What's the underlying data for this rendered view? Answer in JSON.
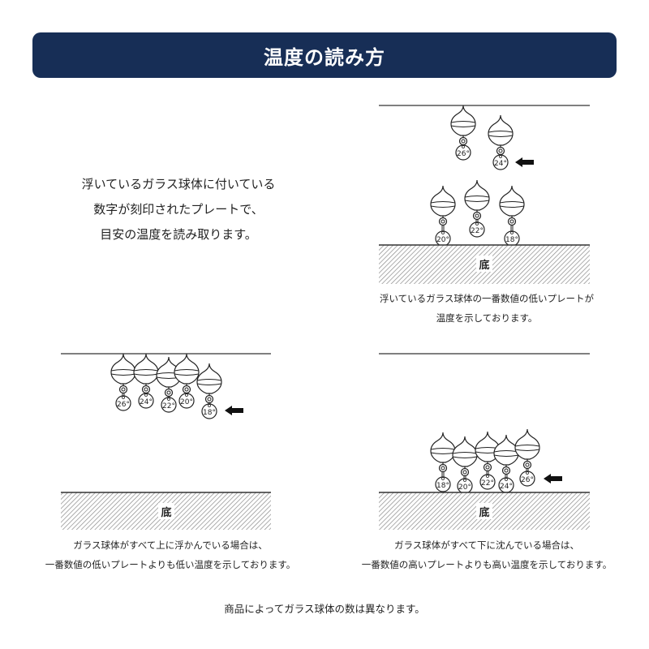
{
  "header": {
    "title": "温度の読み方",
    "background_color": "#172e56",
    "text_color": "#ffffff"
  },
  "intro": {
    "lines": [
      "浮いているガラス球体に付いている",
      "数字が刻印されたプレートで、",
      "目安の温度を読み取ります。"
    ]
  },
  "panels": [
    {
      "id": "mixed",
      "floor_label": "底",
      "floating_balls": [
        {
          "plate": "26°",
          "indicated": false
        },
        {
          "plate": "24°",
          "indicated": true
        }
      ],
      "sunk_balls": [
        {
          "plate": "20°"
        },
        {
          "plate": "22°"
        },
        {
          "plate": "18°"
        }
      ],
      "caption": [
        "浮いているガラス球体の一番数値の低いプレートが",
        "温度を示しております。"
      ]
    },
    {
      "id": "all-floating",
      "floor_label": "底",
      "floating_balls": [
        {
          "plate": "26°"
        },
        {
          "plate": "24°"
        },
        {
          "plate": "22°"
        },
        {
          "plate": "20°"
        },
        {
          "plate": "18°",
          "indicated": true
        }
      ],
      "caption": [
        "ガラス球体がすべて上に浮かんでいる場合は、",
        "一番数値の低いプレートよりも低い温度を示しております。"
      ]
    },
    {
      "id": "all-sunk",
      "floor_label": "底",
      "sunk_balls": [
        {
          "plate": "18°"
        },
        {
          "plate": "20°"
        },
        {
          "plate": "22°"
        },
        {
          "plate": "24°"
        },
        {
          "plate": "26°",
          "indicated": true
        }
      ],
      "caption": [
        "ガラス球体がすべて下に沈んでいる場合は、",
        "一番数値の高いプレートよりも高い温度を示しております。"
      ]
    }
  ],
  "footer": {
    "note": "商品によってガラス球体の数は異なります。"
  },
  "icons": {
    "indicator": "left-arrow-icon",
    "ball": "glass-ball-icon",
    "floor_pattern": "diagonal-hatch"
  }
}
